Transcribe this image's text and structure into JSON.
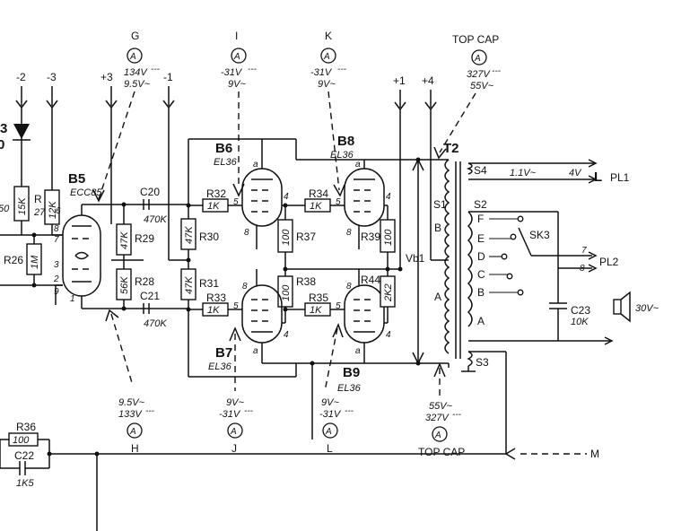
{
  "tubes": [
    {
      "id": "B5",
      "type": "ECC85"
    },
    {
      "id": "B6",
      "type": "EL36"
    },
    {
      "id": "B7",
      "type": "EL36"
    },
    {
      "id": "B8",
      "type": "EL36"
    },
    {
      "id": "B9",
      "type": "EL36"
    }
  ],
  "resistors": [
    {
      "id": "R26",
      "value": "1M"
    },
    {
      "id": "R",
      "value": "27"
    },
    {
      "id": "R_12K",
      "value": "12K"
    },
    {
      "id": "R_15K",
      "value": "15K"
    },
    {
      "id": "R_50",
      "value": "50"
    },
    {
      "id": "R29",
      "value": "47K"
    },
    {
      "id": "R28",
      "value": "56K"
    },
    {
      "id": "R30",
      "value": "47K"
    },
    {
      "id": "R31",
      "value": "47K"
    },
    {
      "id": "R32",
      "value": "1K"
    },
    {
      "id": "R33",
      "value": "1K"
    },
    {
      "id": "R34",
      "value": "1K"
    },
    {
      "id": "R35",
      "value": "1K"
    },
    {
      "id": "R36",
      "value": "100"
    },
    {
      "id": "R37",
      "value": "100"
    },
    {
      "id": "R38",
      "value": "100"
    },
    {
      "id": "R39",
      "value": "100"
    },
    {
      "id": "R44",
      "value": "2K2"
    }
  ],
  "capacitors": [
    {
      "id": "C20",
      "value": "470K"
    },
    {
      "id": "C21",
      "value": "470K"
    },
    {
      "id": "C22",
      "value": "1K5"
    },
    {
      "id": "C23",
      "value": "10K"
    }
  ],
  "supply_labels": [
    "-2",
    "-3",
    "+3",
    "-1",
    "+1",
    "+4"
  ],
  "misc_labels": {
    "vb1": "Vb1",
    "t2": "T2",
    "sk3": "SK3",
    "pl1": "PL1",
    "pl2": "PL2",
    "l": "L",
    "m": "M",
    "s1": "S1",
    "s2": "S2",
    "s3": "S3",
    "s4": "S4",
    "s4_voltage": "1.1V~",
    "s4_v": "4V",
    "speaker": "30V~",
    "diode": "3",
    "diode_side": "0",
    "pin7": "7",
    "pin8": "8",
    "tap_f": "F",
    "tap_e": "E",
    "tap_d": "D",
    "tap_c": "C",
    "tap_b": "B",
    "tap_a": "A",
    "prim_b": "B",
    "prim_a": "A",
    "pin_a": "a"
  },
  "pin_numbers": {
    "b5_6": "6",
    "b5_8": "8",
    "b5_7": "7",
    "b5_3": "3",
    "b5_2": "2",
    "b5_9": "9",
    "b5_1": "1",
    "b6_5": "5",
    "b6_4": "4",
    "b6_8": "8",
    "b8_5": "5",
    "b8_4": "4",
    "b8_8": "8",
    "b7_5": "5",
    "b7_4": "4",
    "b7_8": "8",
    "b9_5": "5",
    "b9_4": "4",
    "b9_8": "8"
  },
  "test_points": [
    {
      "letter": "G",
      "line1": "134V",
      "line1_suffix": "---",
      "line2": "9.5V~"
    },
    {
      "letter": "I",
      "line1": "-31V",
      "line1_suffix": "---",
      "line2": "9V~"
    },
    {
      "letter": "K",
      "line1": "-31V",
      "line1_suffix": "---",
      "line2": "9V~"
    },
    {
      "letter": "TOP CAP",
      "line1": "327V",
      "line1_suffix": "---",
      "line2": "55V~"
    },
    {
      "letter": "H",
      "line1": "9.5V~",
      "line2": "133V",
      "line2_suffix": "---"
    },
    {
      "letter": "J",
      "line1": "9V~",
      "line2": "-31V",
      "line2_suffix": "---"
    },
    {
      "letter": "L",
      "line1": "9V~",
      "line2": "-31V",
      "line2_suffix": "---"
    },
    {
      "letter": "TOP CAP",
      "line1": "55V~",
      "line2": "327V",
      "line2_suffix": "---"
    }
  ],
  "meter_symbol": "A"
}
